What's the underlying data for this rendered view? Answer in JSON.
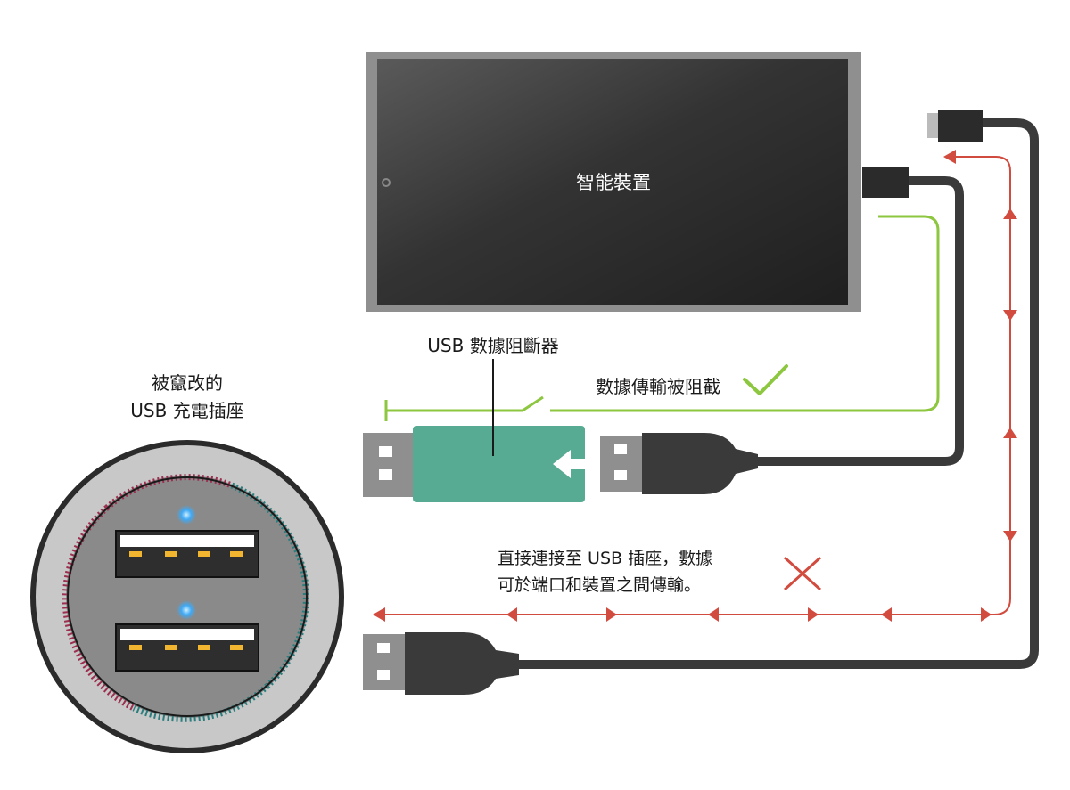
{
  "device": {
    "label": "智能裝置"
  },
  "blocker": {
    "label": "USB 數據阻斷器"
  },
  "blocked_path": {
    "label": "數據傳輸被阻截",
    "icon": "checkmark-icon"
  },
  "direct_path": {
    "label_line1": "直接連接至 USB 插座，數據",
    "label_line2": "可於端口和裝置之間傳輸。",
    "icon": "cross-icon"
  },
  "charger": {
    "label_line1": "被竄改的",
    "label_line2": "USB 充電插座",
    "ports": 2
  },
  "colors": {
    "blocked_path": "#8dc63f",
    "data_flow": "#d14b3f",
    "blocker_body": "#56ab92",
    "cable": "#3a3a3a",
    "device_frame": "#8f8f8f",
    "charger_led": "#3fa9f5",
    "tamper_red": "#9c2f4f",
    "tamper_teal": "#2c7d7d"
  }
}
